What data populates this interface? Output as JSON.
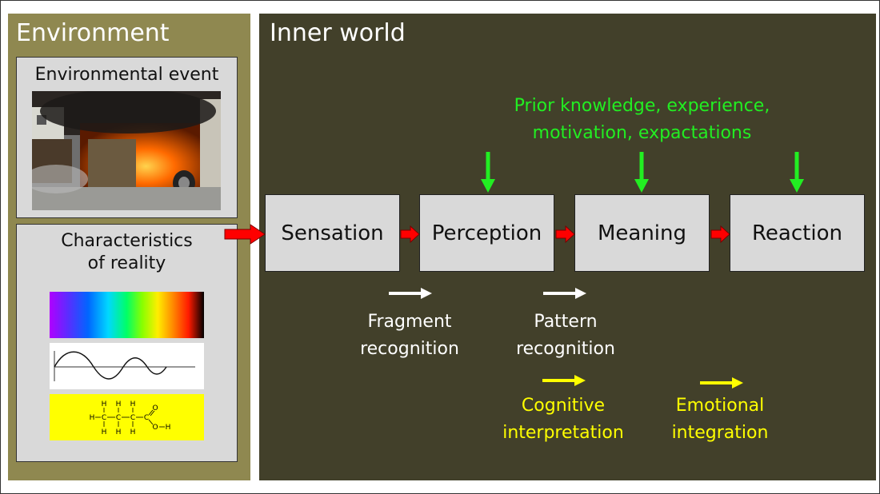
{
  "environment": {
    "title": "Environment",
    "event_title": "Environmental event",
    "reality_title": "Characteristics\nof reality"
  },
  "inner": {
    "title": "Inner world",
    "prior": "Prior knowledge, experience,\nmotivation, expactations",
    "stages": [
      "Sensation",
      "Perception",
      "Meaning",
      "Reaction"
    ],
    "fragment": "Fragment\nrecognition",
    "pattern": "Pattern\nrecognition",
    "cognitive": "Cognitive\ninterpretation",
    "emotional": "Emotional\nintegration"
  },
  "molecule": {
    "h": "H",
    "c": "C",
    "o": "O"
  },
  "colors": {
    "environment_bg": "#8f8850",
    "inner_bg": "#42402a",
    "box_bg": "#d9d9d9",
    "flow_arrow": "#ff0000",
    "prior_arrow": "#22ee22",
    "fragment_arrow": "#ffffff",
    "interpret_arrow": "#ffff00"
  }
}
